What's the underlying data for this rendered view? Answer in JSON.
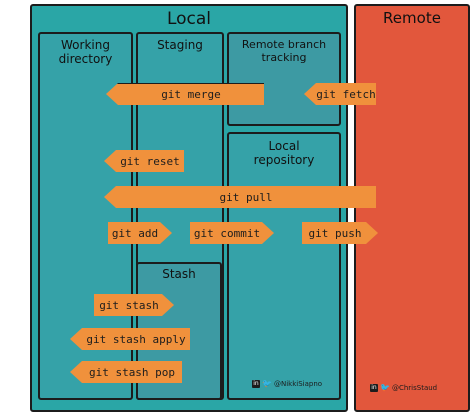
{
  "sections": {
    "local": "Local",
    "remote": "Remote",
    "working_directory": "Working directory",
    "staging": "Staging",
    "remote_branch_tracking": "Remote branch tracking",
    "local_repository": "Local repository",
    "stash": "Stash"
  },
  "commands": {
    "git_merge": "git merge",
    "git_fetch": "git fetch",
    "git_reset": "git reset",
    "git_pull": "git pull",
    "git_add": "git add",
    "git_commit": "git commit",
    "git_push": "git push",
    "git_stash": "git stash",
    "git_stash_apply": "git stash apply",
    "git_stash_pop": "git stash pop"
  },
  "credits": {
    "left": "@NikkiSiapno",
    "right": "@ChrisStaud"
  },
  "colors": {
    "local_bg": "#2aa6a6",
    "remote_bg": "#e2573c",
    "arrow_bg": "#f0913c"
  },
  "icons": {
    "linkedin": "linkedin-icon",
    "twitter": "twitter-bird-icon"
  }
}
